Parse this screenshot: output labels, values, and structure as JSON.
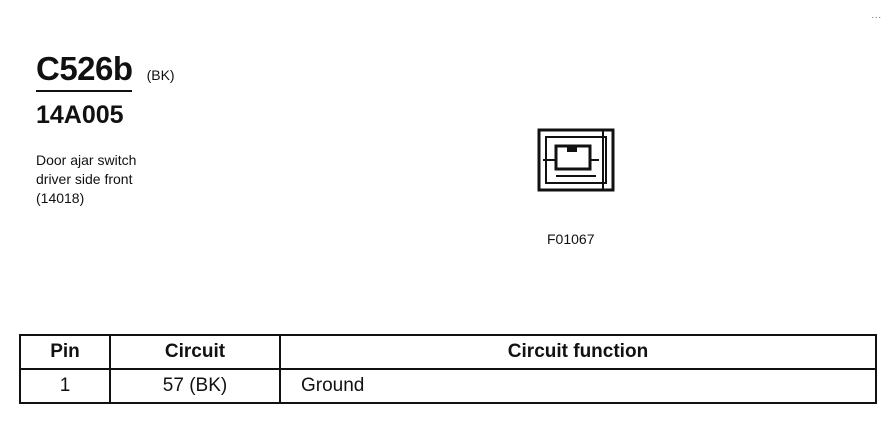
{
  "header": {
    "connector_id": "C526b",
    "connector_color": "(BK)",
    "part_number": "14A005",
    "description_lines": [
      "Door ajar switch",
      "driver side front",
      "(14018)"
    ]
  },
  "corner_mark": "...",
  "figure": {
    "code": "F01067",
    "icon": "connector-face-icon"
  },
  "table": {
    "headers": [
      "Pin",
      "Circuit",
      "Circuit function"
    ],
    "rows": [
      {
        "pin": "1",
        "circuit": "57 (BK)",
        "function": "Ground"
      }
    ]
  }
}
